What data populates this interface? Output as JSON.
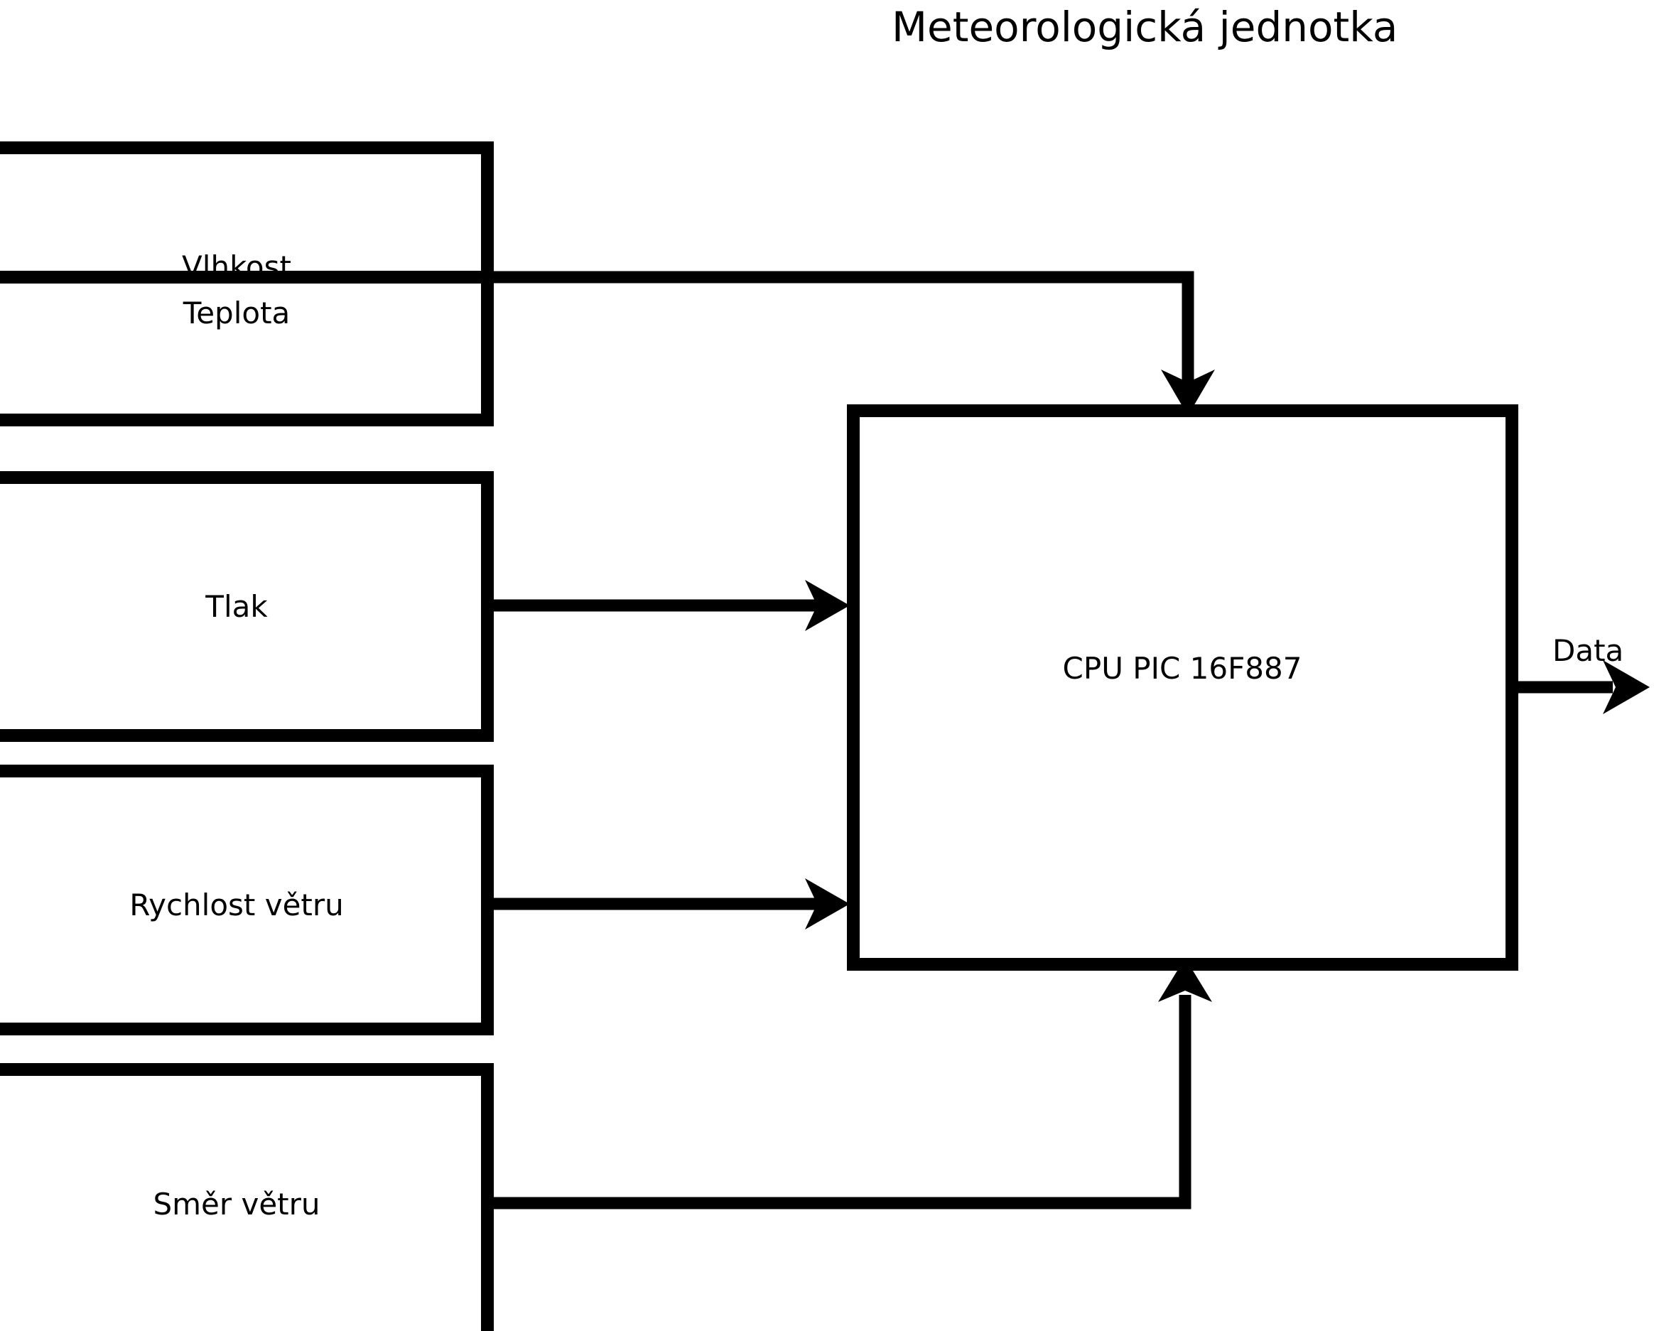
{
  "title": "Meteorologická jednotka",
  "colors": {
    "stroke": "#000000",
    "fill": "#ffffff",
    "background": "#ffffff",
    "text": "#000000"
  },
  "sensor_blocks": [
    {
      "id": "humidity-temperature",
      "line1": "Vlhkost",
      "line2": "Teplota"
    },
    {
      "id": "pressure",
      "line1": "Tlak",
      "line2": ""
    },
    {
      "id": "wind-speed",
      "line1": "Rychlost větru",
      "line2": ""
    },
    {
      "id": "wind-direction",
      "line1": "Směr větru",
      "line2": ""
    }
  ],
  "cpu_block": {
    "label": "CPU PIC 16F887"
  },
  "output": {
    "label": "Data"
  }
}
